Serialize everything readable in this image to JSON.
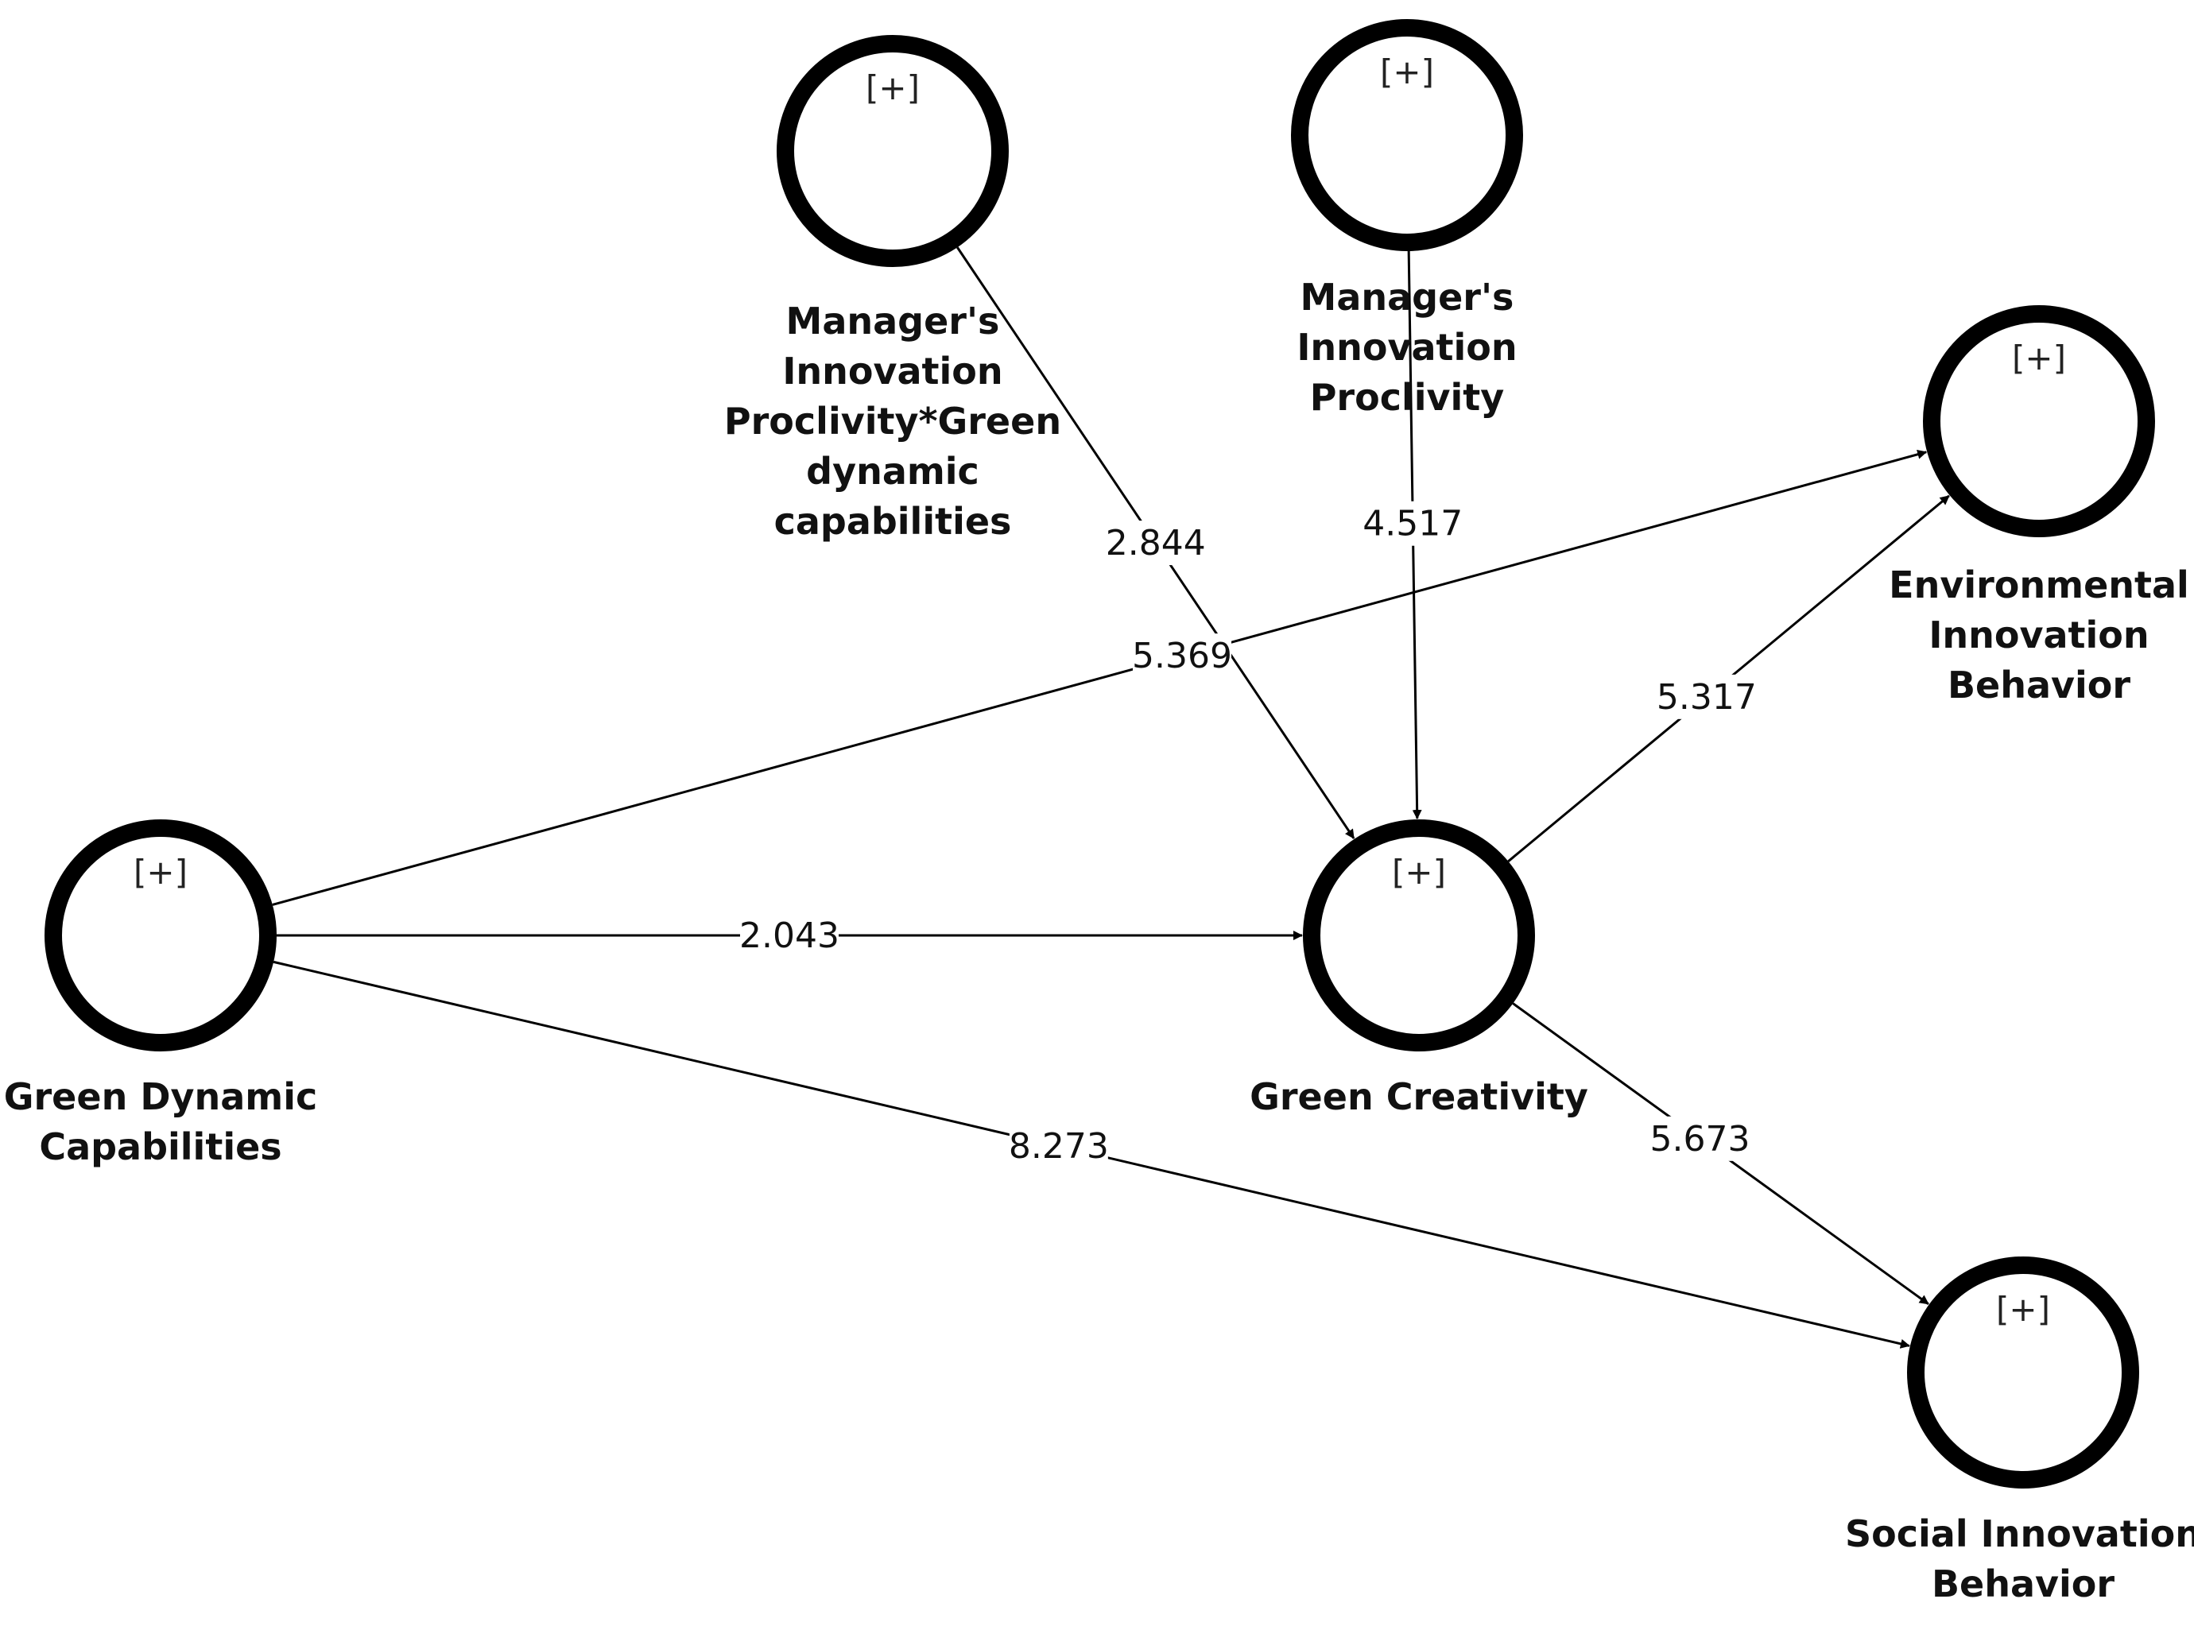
{
  "diagram": {
    "expand_marker": "[+]",
    "nodes": [
      {
        "id": "mod",
        "label_lines": [
          "Manager's",
          "Innovation",
          "Proclivity*Green",
          "dynamic",
          "capabilities"
        ],
        "fill": "#c6e000",
        "ring": "#7a8a7d"
      },
      {
        "id": "mip",
        "label_lines": [
          "Manager's",
          "Innovation",
          "Proclivity"
        ],
        "fill": "#ffffff",
        "ring": "#000000"
      },
      {
        "id": "eib",
        "label_lines": [
          "Environmental",
          "Innovation",
          "Behavior"
        ],
        "fill": "#ffffff",
        "ring": "#000000"
      },
      {
        "id": "gdc",
        "label_lines": [
          "Green Dynamic",
          "Capabilities"
        ],
        "fill": "#ffffff",
        "ring": "#000000"
      },
      {
        "id": "gc",
        "label_lines": [
          "Green Creativity"
        ],
        "fill": "#ffffff",
        "ring": "#000000"
      },
      {
        "id": "sib",
        "label_lines": [
          "Social Innovation",
          "Behavior"
        ],
        "fill": "#ffffff",
        "ring": "#000000"
      }
    ],
    "edges": [
      {
        "from": "mod",
        "to": "gc",
        "value": "2.844"
      },
      {
        "from": "mip",
        "to": "gc",
        "value": "4.517"
      },
      {
        "from": "gdc",
        "to": "eib",
        "value": "5.369"
      },
      {
        "from": "gc",
        "to": "eib",
        "value": "5.317"
      },
      {
        "from": "gdc",
        "to": "gc",
        "value": "2.043"
      },
      {
        "from": "gdc",
        "to": "sib",
        "value": "8.273"
      },
      {
        "from": "gc",
        "to": "sib",
        "value": "5.673"
      }
    ]
  }
}
